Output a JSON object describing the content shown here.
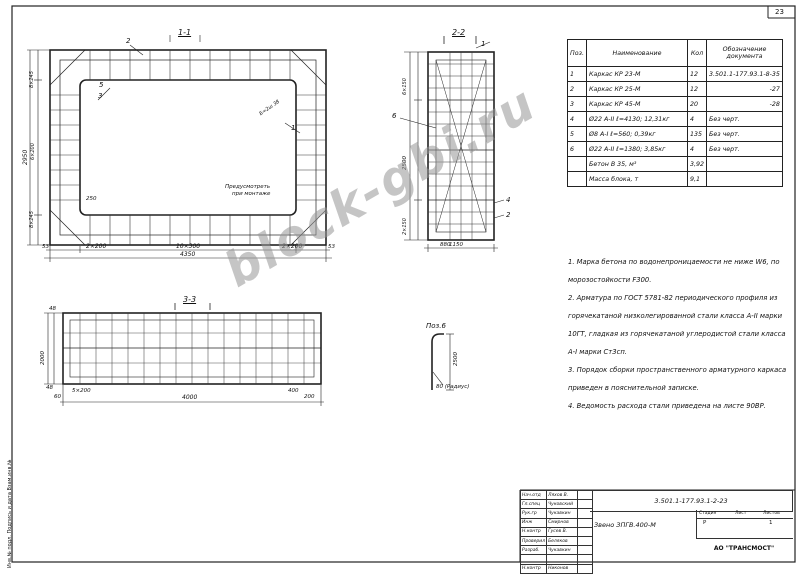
{
  "sheet_number": "23",
  "sections": {
    "s11": "1-1",
    "s22": "2-2",
    "s33": "3-3",
    "pos6": "Поз.6"
  },
  "drawing_labels": {
    "callout_2_top": "2",
    "callout_3": "3",
    "callout_5": "5",
    "callout_1": "1",
    "callout_6": "6",
    "callout_4": "4",
    "callout_1_b": "1",
    "callout_2_b": "2",
    "note_kprsh": "Б=2ш 38",
    "note_montazh_1": "Предусмотреть",
    "note_montazh_2": "при монтаже",
    "dim_2x200_l": "2×200",
    "dim_10x300": "10×300",
    "dim_2x200_r": "2×200",
    "dim_4350": "4350",
    "dim_53_l": "53",
    "dim_53_r": "53",
    "dim_8x245": "8×245",
    "dim_2950": "2950",
    "dim_6x200": "6×200",
    "dim_8x245_b": "8×245",
    "dim_250": "250",
    "dim_6x150": "6×150",
    "dim_2x150": "2×150",
    "dim_2500": "2500",
    "dim_1150": "1150",
    "dim_4000": "4000",
    "dim_2000": "2000",
    "dim_48": "48",
    "dim_5x200": "5×200",
    "dim_48_b": "48",
    "dim_400": "400",
    "dim_880": "880",
    "dim_80_r": "80 (Радиус)",
    "dim_2500_b": "2500",
    "dim_50_l": "60",
    "dim_200": "200"
  },
  "spec_table": {
    "headers": [
      "Поз.",
      "Наименование",
      "Кол",
      "Обозначение документа"
    ],
    "rows": [
      [
        "1",
        "Каркас КР 23-М",
        "12",
        "3.501.1-177.93.1-8-35"
      ],
      [
        "2",
        "Каркас КР 25-М",
        "12",
        "-27"
      ],
      [
        "3",
        "Каркас КР 45-М",
        "20",
        "-28"
      ],
      [
        "4",
        "Ø22 А-II ℓ=4130; 12,31кг",
        "4",
        "Без черт."
      ],
      [
        "5",
        "Ø8 А-I ℓ=560; 0,39кг",
        "135",
        "Без черт."
      ],
      [
        "6",
        "Ø22 А-II ℓ=1380; 3,85кг",
        "4",
        "Без черт."
      ],
      [
        "",
        "Бетон В 35, м³",
        "3,92",
        ""
      ],
      [
        "",
        "Масса блока, т",
        "9,1",
        ""
      ]
    ]
  },
  "notes": [
    "1. Марка бетона по водонепроницаемости не ниже W6, по морозостойкости F300.",
    "2. Арматура по ГОСТ 5781-82 периодического профиля из горячекатаной низколегированной стали класса А-II марки 10ГТ, гладкая из горячекатаной углеродистой стали класса А-I марки Ст3сп.",
    "3. Порядок сборки пространственного арматурного каркаса приведен в пояснительной записке.",
    "4. Ведомость расхода стали приведена на листе 90ВР."
  ],
  "title_block": {
    "stamp_rows": [
      [
        "Нач.отд",
        "Ляхов В.",
        ""
      ],
      [
        "Гл.спец",
        "Чуковский",
        ""
      ],
      [
        "Рук.гр",
        "Чукавкин",
        ""
      ],
      [
        "Инж",
        "Смирнов",
        ""
      ],
      [
        "Н.контр",
        "Гусев В.",
        ""
      ],
      [
        "Проверил",
        "Беляков",
        ""
      ],
      [
        "Разраб.",
        "Чукавкин",
        ""
      ],
      [
        "",
        "",
        ""
      ],
      [
        "Н.контр",
        "Никонов",
        ""
      ]
    ],
    "doc_code": "3.501.1-177.93.1-2-23",
    "name": "Звено ЗПГВ.400-М",
    "stage_hdr": "Стадия",
    "sheet_hdr": "Лист",
    "sheets_hdr": "Листов",
    "stage": "Р",
    "sheet": "",
    "sheets": "1",
    "org": "АО \"ТРАНСМОСТ\""
  },
  "side_stamp": "Инв.№ подл.  Подпись и дата  Взам.инв.№",
  "watermark": "block-gbi.ru"
}
